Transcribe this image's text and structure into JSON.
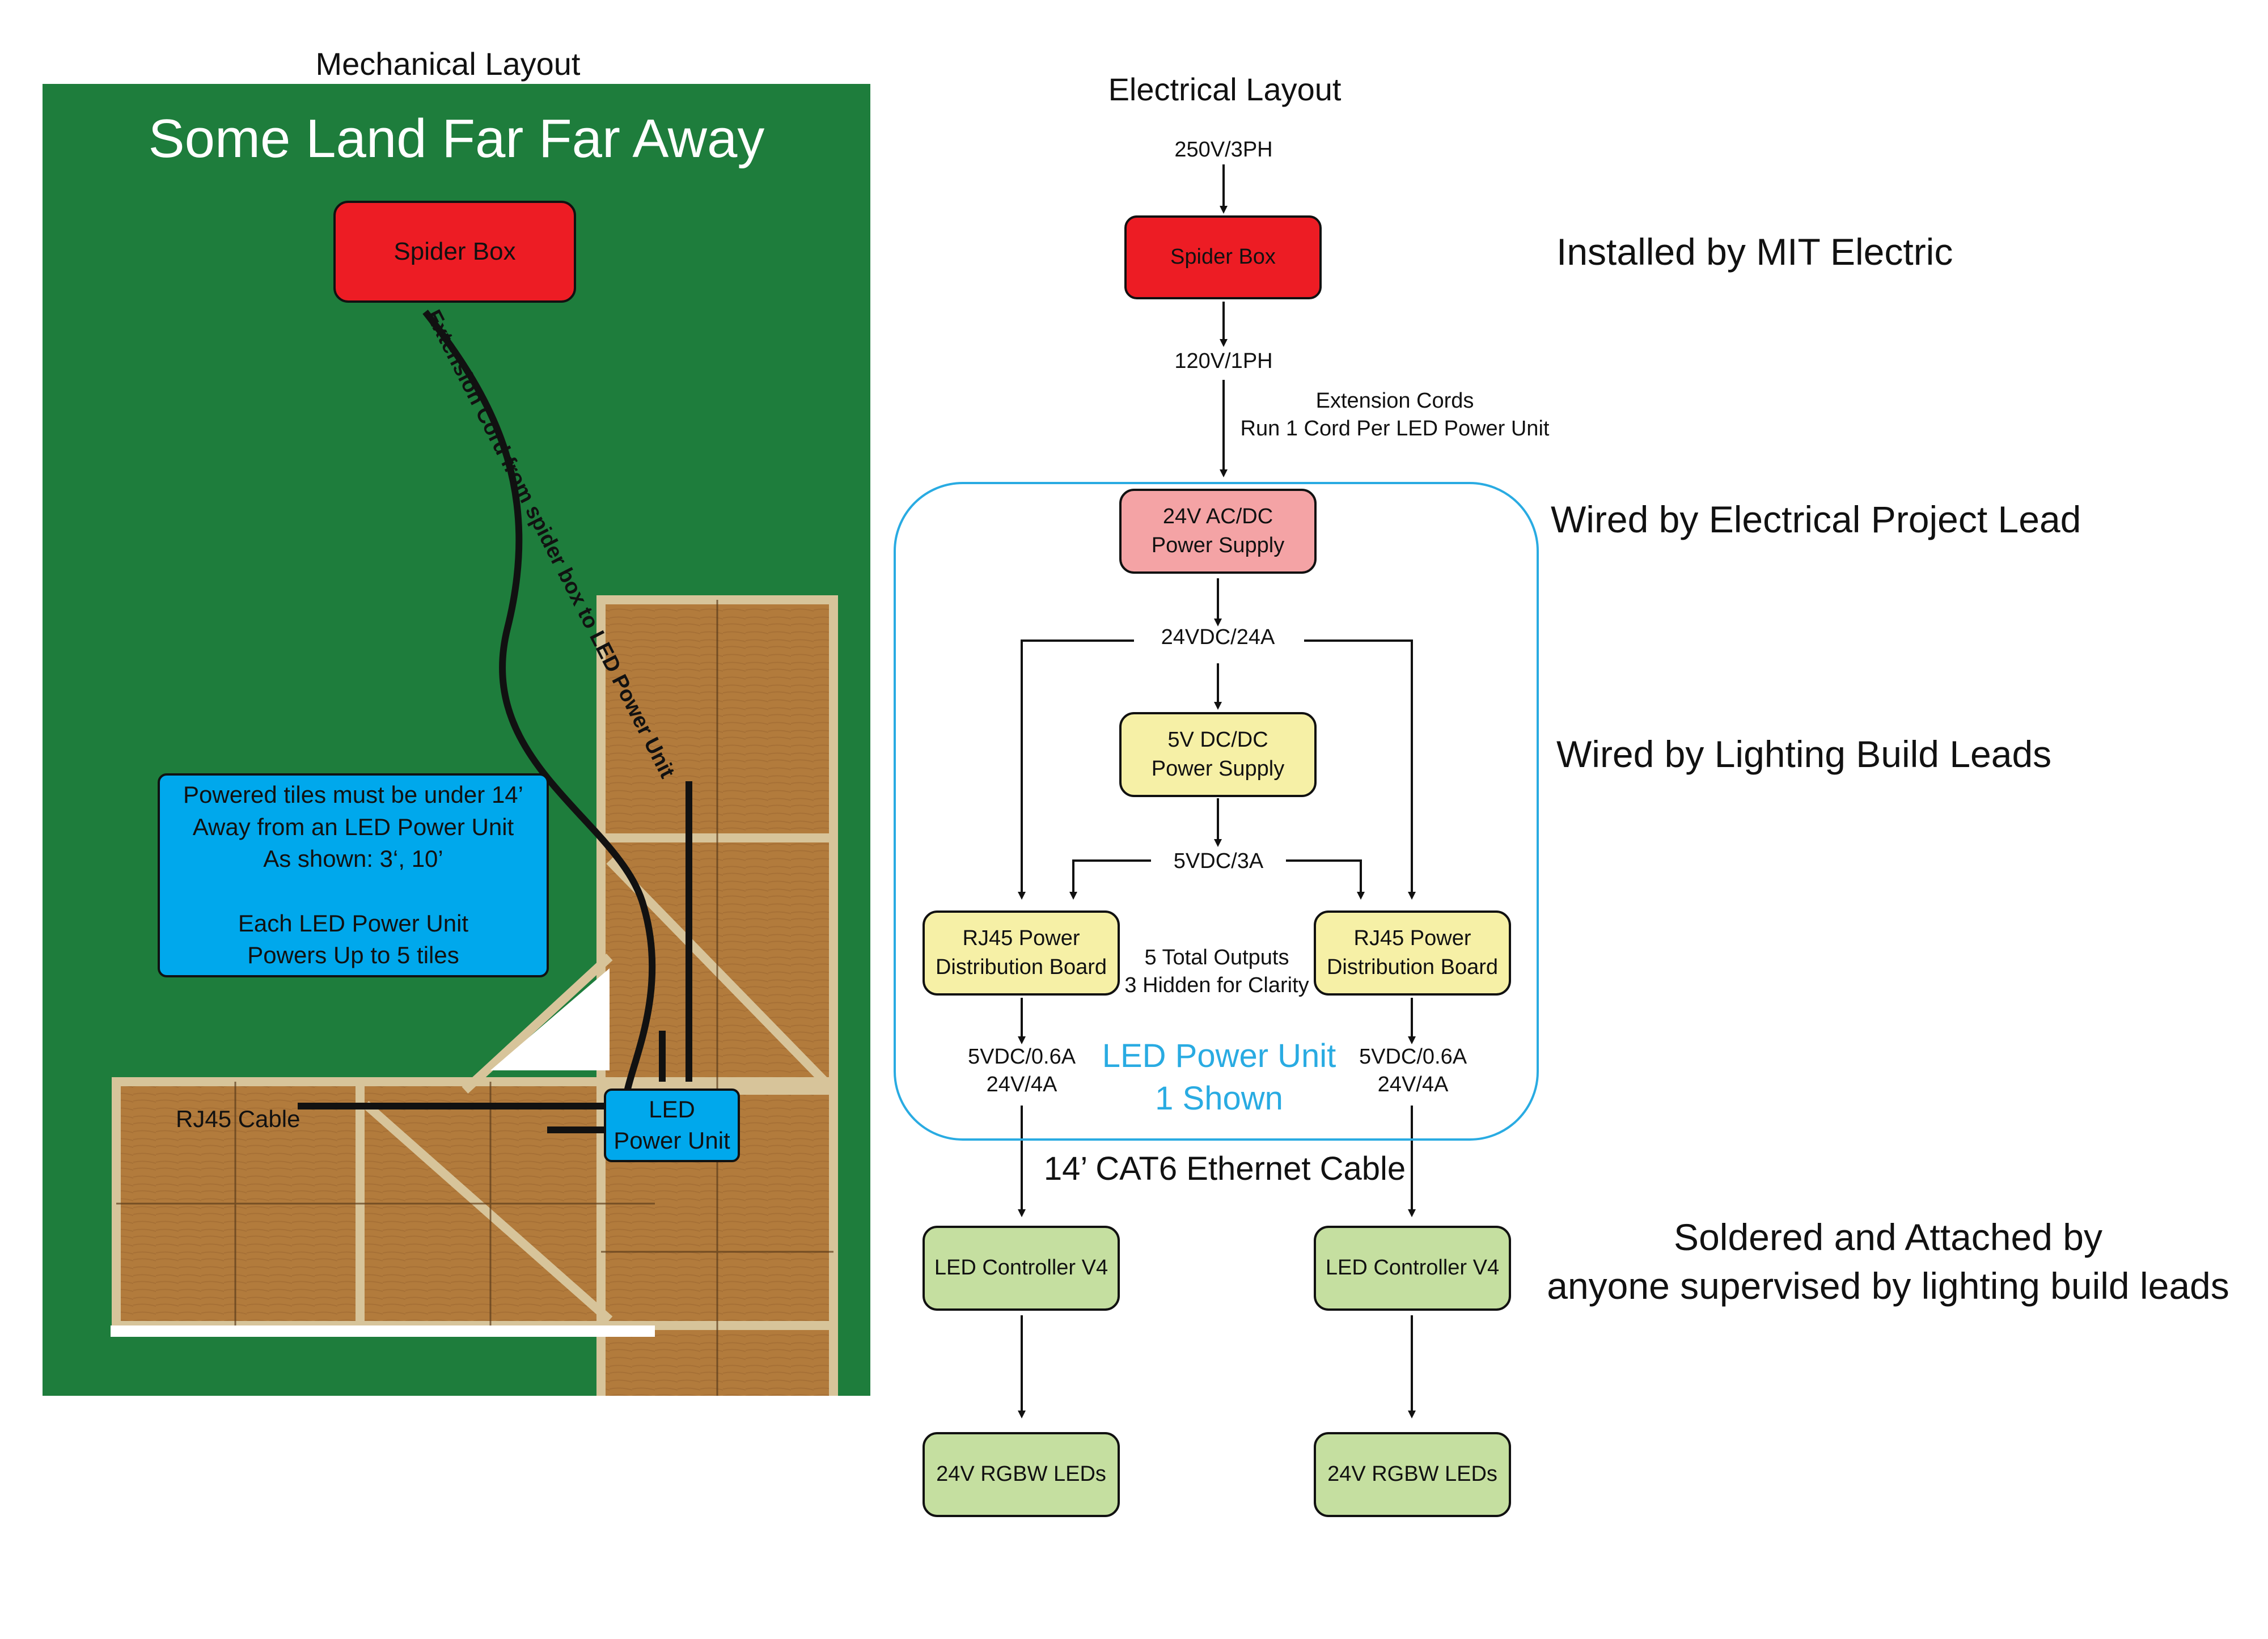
{
  "mechanical": {
    "title": "Mechanical Layout",
    "land_title": "Some Land Far Far Away",
    "spider_box": "Spider Box",
    "cord_label": "Extension Cord from spider box to LED Power Unit",
    "info_box": "Powered tiles must be under 14’\nAway from an LED Power Unit\nAs shown: 3‘, 10’\n\nEach LED Power Unit\nPowers Up to 5 tiles",
    "rj45_label": "RJ45 Cable",
    "led_power_unit": "LED\nPower Unit",
    "colors": {
      "grass": "#1e7d3c",
      "wood": "#b07a3a",
      "box_blue": "#00a8ec",
      "box_red": "#ed1c24"
    }
  },
  "electrical": {
    "title": "Electrical Layout",
    "input_voltage": "250V/3PH",
    "spider_box": "Spider Box",
    "out_voltage": "120V/1PH",
    "extension_note": "Extension Cords\nRun 1 Cord Per LED Power Unit",
    "psu24": "24V AC/DC\nPower Supply",
    "bus24": "24VDC/24A",
    "psu5": "5V DC/DC\nPower Supply",
    "bus5": "5VDC/3A",
    "rj45_left": "RJ45 Power\nDistribution Board",
    "rj45_right": "RJ45 Power\nDistribution Board",
    "outputs_note": "5 Total Outputs\n3 Hidden for Clarity",
    "out_left": "5VDC/0.6A\n24V/4A",
    "out_right": "5VDC/0.6A\n24V/4A",
    "unit_label": "LED Power Unit\n1 Shown",
    "cable_label": "14’ CAT6 Ethernet Cable",
    "ctrl_left": "LED Controller V4",
    "ctrl_right": "LED Controller V4",
    "leds_left": "24V RGBW LEDs",
    "leds_right": "24V RGBW LEDs",
    "group_color": "#29abe2"
  },
  "notes": {
    "mit": "Installed by MIT Electric",
    "electrical_lead": "Wired by Electrical Project Lead",
    "lighting_leads": "Wired by Lighting Build Leads",
    "soldered": "Soldered and Attached by\nanyone supervised by lighting build leads"
  }
}
